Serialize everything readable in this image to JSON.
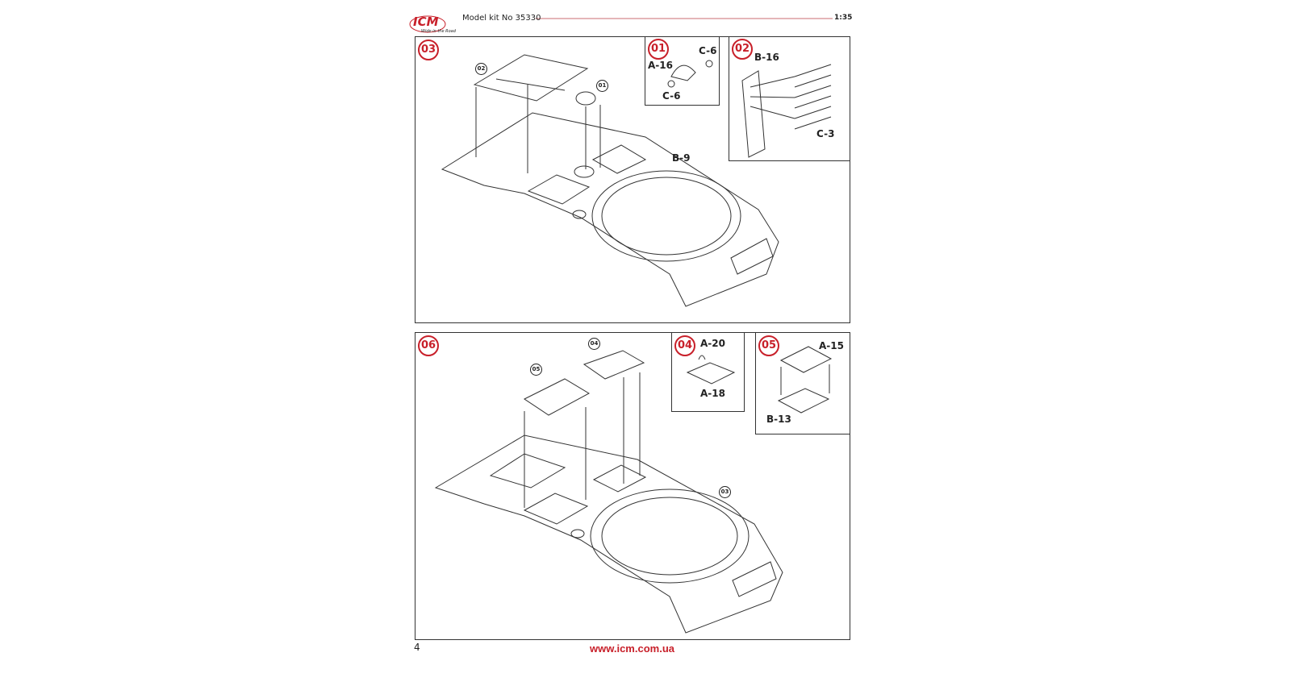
{
  "header": {
    "brand": "ICM",
    "tagline": "Wide in the Road",
    "kit": "Model kit No 35330",
    "scale": "1:35"
  },
  "panel_a": {
    "step": "03",
    "subs": [
      "02",
      "01"
    ],
    "part": "B-9",
    "inset1": {
      "step": "01",
      "parts": [
        "A-16",
        "C-6",
        "C-6"
      ]
    },
    "inset2": {
      "step": "02",
      "parts": [
        "B-16",
        "C-3"
      ]
    }
  },
  "panel_b": {
    "step": "06",
    "subs": [
      "05",
      "04",
      "03"
    ],
    "inset1": {
      "step": "04",
      "parts": [
        "A-20",
        "A-18"
      ]
    },
    "inset2": {
      "step": "05",
      "parts": [
        "A-15",
        "B-13"
      ]
    }
  },
  "footer": {
    "page": "4",
    "url": "www.icm.com.ua"
  },
  "colors": {
    "accent": "#c8202a"
  }
}
